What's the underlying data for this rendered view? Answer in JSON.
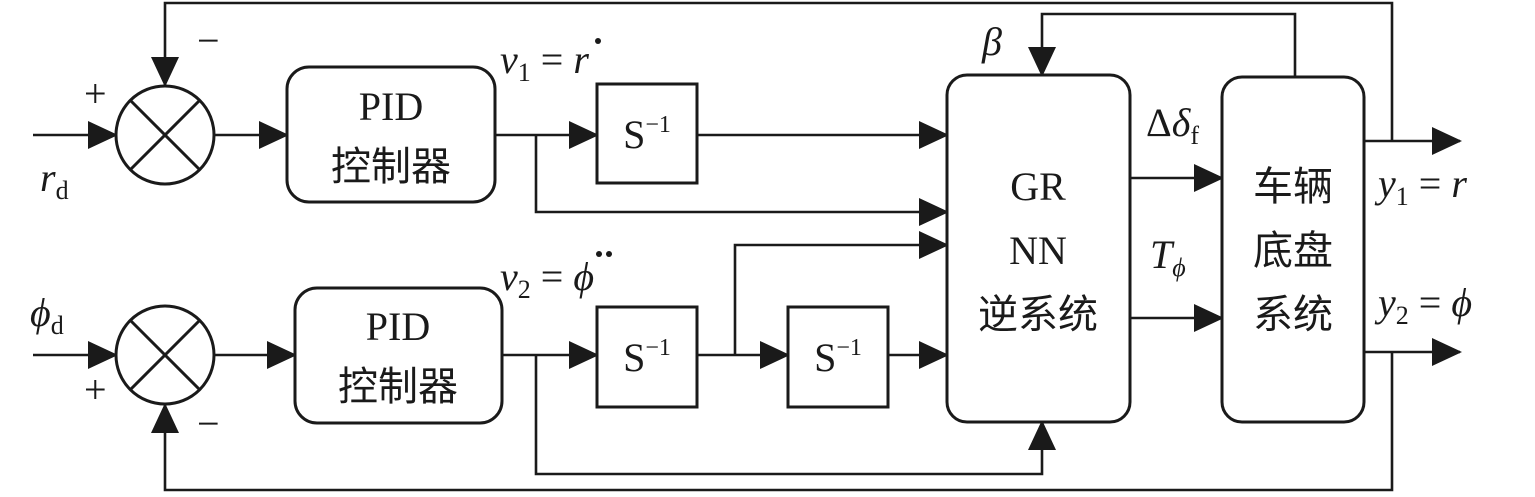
{
  "blocks": {
    "pid_top": {
      "line1": "PID",
      "line2": "控制器"
    },
    "pid_bottom": {
      "line1": "PID",
      "line2": "控制器"
    },
    "integrator": {
      "base": "S",
      "exp": "−1"
    },
    "grnn": {
      "line1": "GR",
      "line2": "NN",
      "line3": "逆系统"
    },
    "vehicle": {
      "line1": "车辆",
      "line2": "底盘",
      "line3": "系统"
    }
  },
  "signals": {
    "r_d": {
      "base": "r",
      "sub": "d"
    },
    "phi_d": {
      "base": "ϕ",
      "sub": "d"
    },
    "v1": {
      "base": "v",
      "sub": "1",
      "eq": " = ",
      "rhs": "r"
    },
    "v2": {
      "base": "v",
      "sub": "2",
      "eq": " = ",
      "rhs": "ϕ"
    },
    "beta": "β",
    "delta": {
      "prefix": "Δ",
      "base": "δ",
      "sub": "f"
    },
    "torque": {
      "base": "T",
      "sub": "ϕ"
    },
    "y1": {
      "base": "y",
      "sub": "1",
      "eq": " = ",
      "rhs": "r"
    },
    "y2": {
      "base": "y",
      "sub": "2",
      "eq": " = ",
      "rhs": "ϕ"
    }
  },
  "signs": {
    "plus": "+",
    "minus": "−"
  }
}
